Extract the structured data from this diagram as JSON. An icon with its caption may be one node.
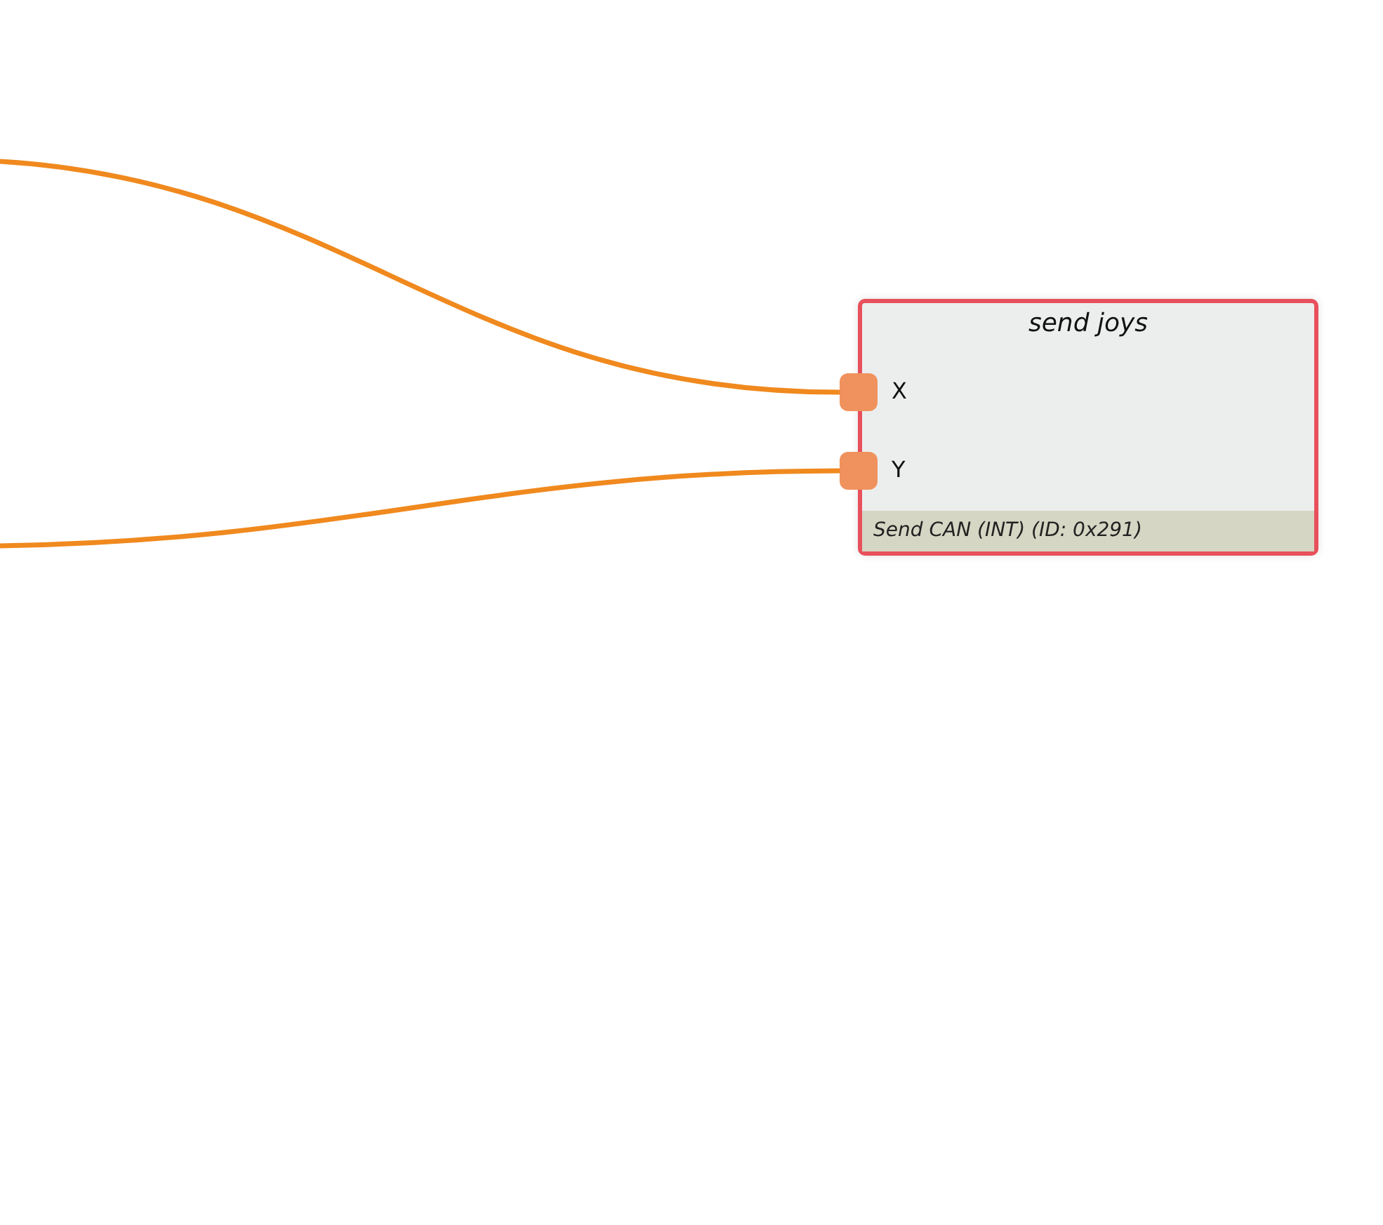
{
  "diagram": {
    "nodes": [
      {
        "text": [
          "send joys",
          "Send CAN (INT) (ID: 0x291)"
        ]
      },
      {
        "text": [
          "X"
        ],
        "in": 0
      },
      {
        "text": [
          "Y"
        ],
        "in": 0
      }
    ],
    "edges": [
      {
        "from": null,
        "to": 1,
        "arrow": "none"
      },
      {
        "from": null,
        "to": 2,
        "arrow": "none"
      }
    ]
  }
}
